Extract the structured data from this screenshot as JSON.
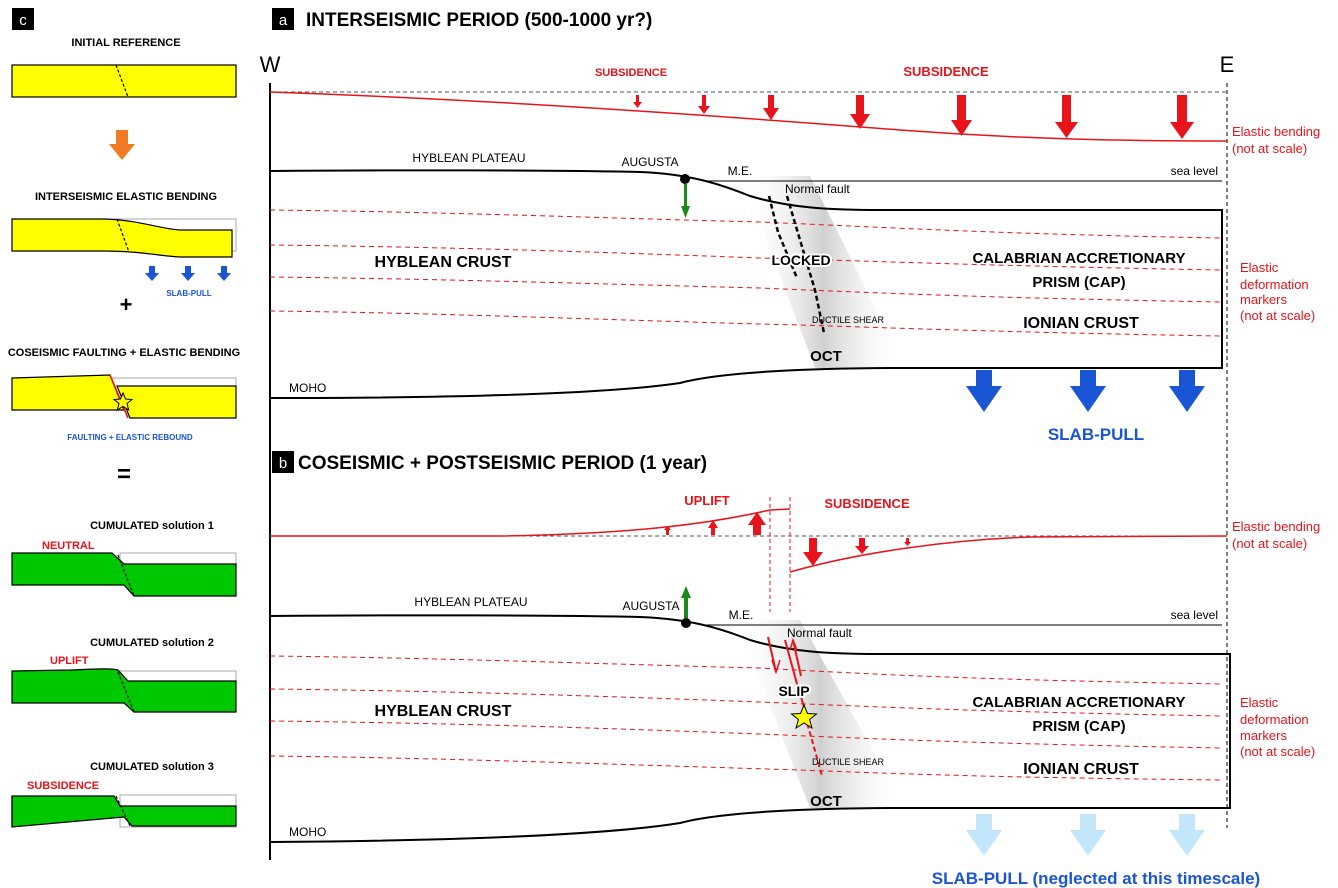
{
  "panel_c": {
    "letter": "c",
    "initial_reference": "INITIAL REFERENCE",
    "interseismic_bending": "INTERSEISMIC ELASTIC BENDING",
    "slab_pull": "SLAB-PULL",
    "plus": "+",
    "coseismic_faulting": "COSEISMIC FAULTING + ELASTIC BENDING",
    "faulting_rebound": "FAULTING + ELASTIC REBOUND",
    "equals": "=",
    "solutions": [
      {
        "title": "CUMULATED solution 1",
        "tag": "NEUTRAL"
      },
      {
        "title": "CUMULATED solution 2",
        "tag": "UPLIFT"
      },
      {
        "title": "CUMULATED solution 3",
        "tag": "SUBSIDENCE"
      }
    ]
  },
  "panel_a": {
    "letter": "a",
    "title": "INTERSEISMIC PERIOD (500-1000 yr?)",
    "west": "W",
    "east": "E",
    "subsidence_small": "SUBSIDENCE",
    "subsidence_large": "SUBSIDENCE",
    "elastic_bending_1": "Elastic bending",
    "elastic_bending_2": "(not at scale)",
    "hyblean_plateau": "HYBLEAN PLATEAU",
    "augusta": "AUGUSTA",
    "me": "M.E.",
    "sea_level": "sea level",
    "normal_fault": "Normal fault",
    "hyblean_crust": "HYBLEAN CRUST",
    "locked": "LOCKED",
    "cap_1": "CALABRIAN ACCRETIONARY",
    "cap_2": "PRISM (CAP)",
    "ionian_crust": "IONIAN CRUST",
    "ductile_shear": "DUCTILE SHEAR",
    "oct": "OCT",
    "moho": "MOHO",
    "slab_pull": "SLAB-PULL",
    "markers": [
      "Elastic",
      "deformation",
      "markers",
      "(not at scale)"
    ]
  },
  "panel_b": {
    "letter": "b",
    "title": "COSEISMIC + POSTSEISMIC PERIOD (1 year)",
    "uplift": "UPLIFT",
    "subsidence": "SUBSIDENCE",
    "elastic_bending_1": "Elastic bending",
    "elastic_bending_2": "(not at scale)",
    "hyblean_plateau": "HYBLEAN PLATEAU",
    "augusta": "AUGUSTA",
    "me": "M.E.",
    "sea_level": "sea level",
    "normal_fault": "Normal fault",
    "hyblean_crust": "HYBLEAN CRUST",
    "slip": "SLIP",
    "cap_1": "CALABRIAN ACCRETIONARY",
    "cap_2": "PRISM (CAP)",
    "ionian_crust": "IONIAN CRUST",
    "ductile_shear": "DUCTILE SHEAR",
    "oct": "OCT",
    "moho": "MOHO",
    "slab_pull": "SLAB-PULL (neglected at this timescale)",
    "markers": [
      "Elastic",
      "deformation",
      "markers",
      "(not at scale)"
    ]
  },
  "colors": {
    "red": "#e8131b",
    "blue": "#1a55d6",
    "light_blue": "#c4e6fb",
    "yellow": "#ffff00",
    "green": "#00c800",
    "orange": "#f07b22",
    "arrow_green": "#1b8a1b"
  }
}
